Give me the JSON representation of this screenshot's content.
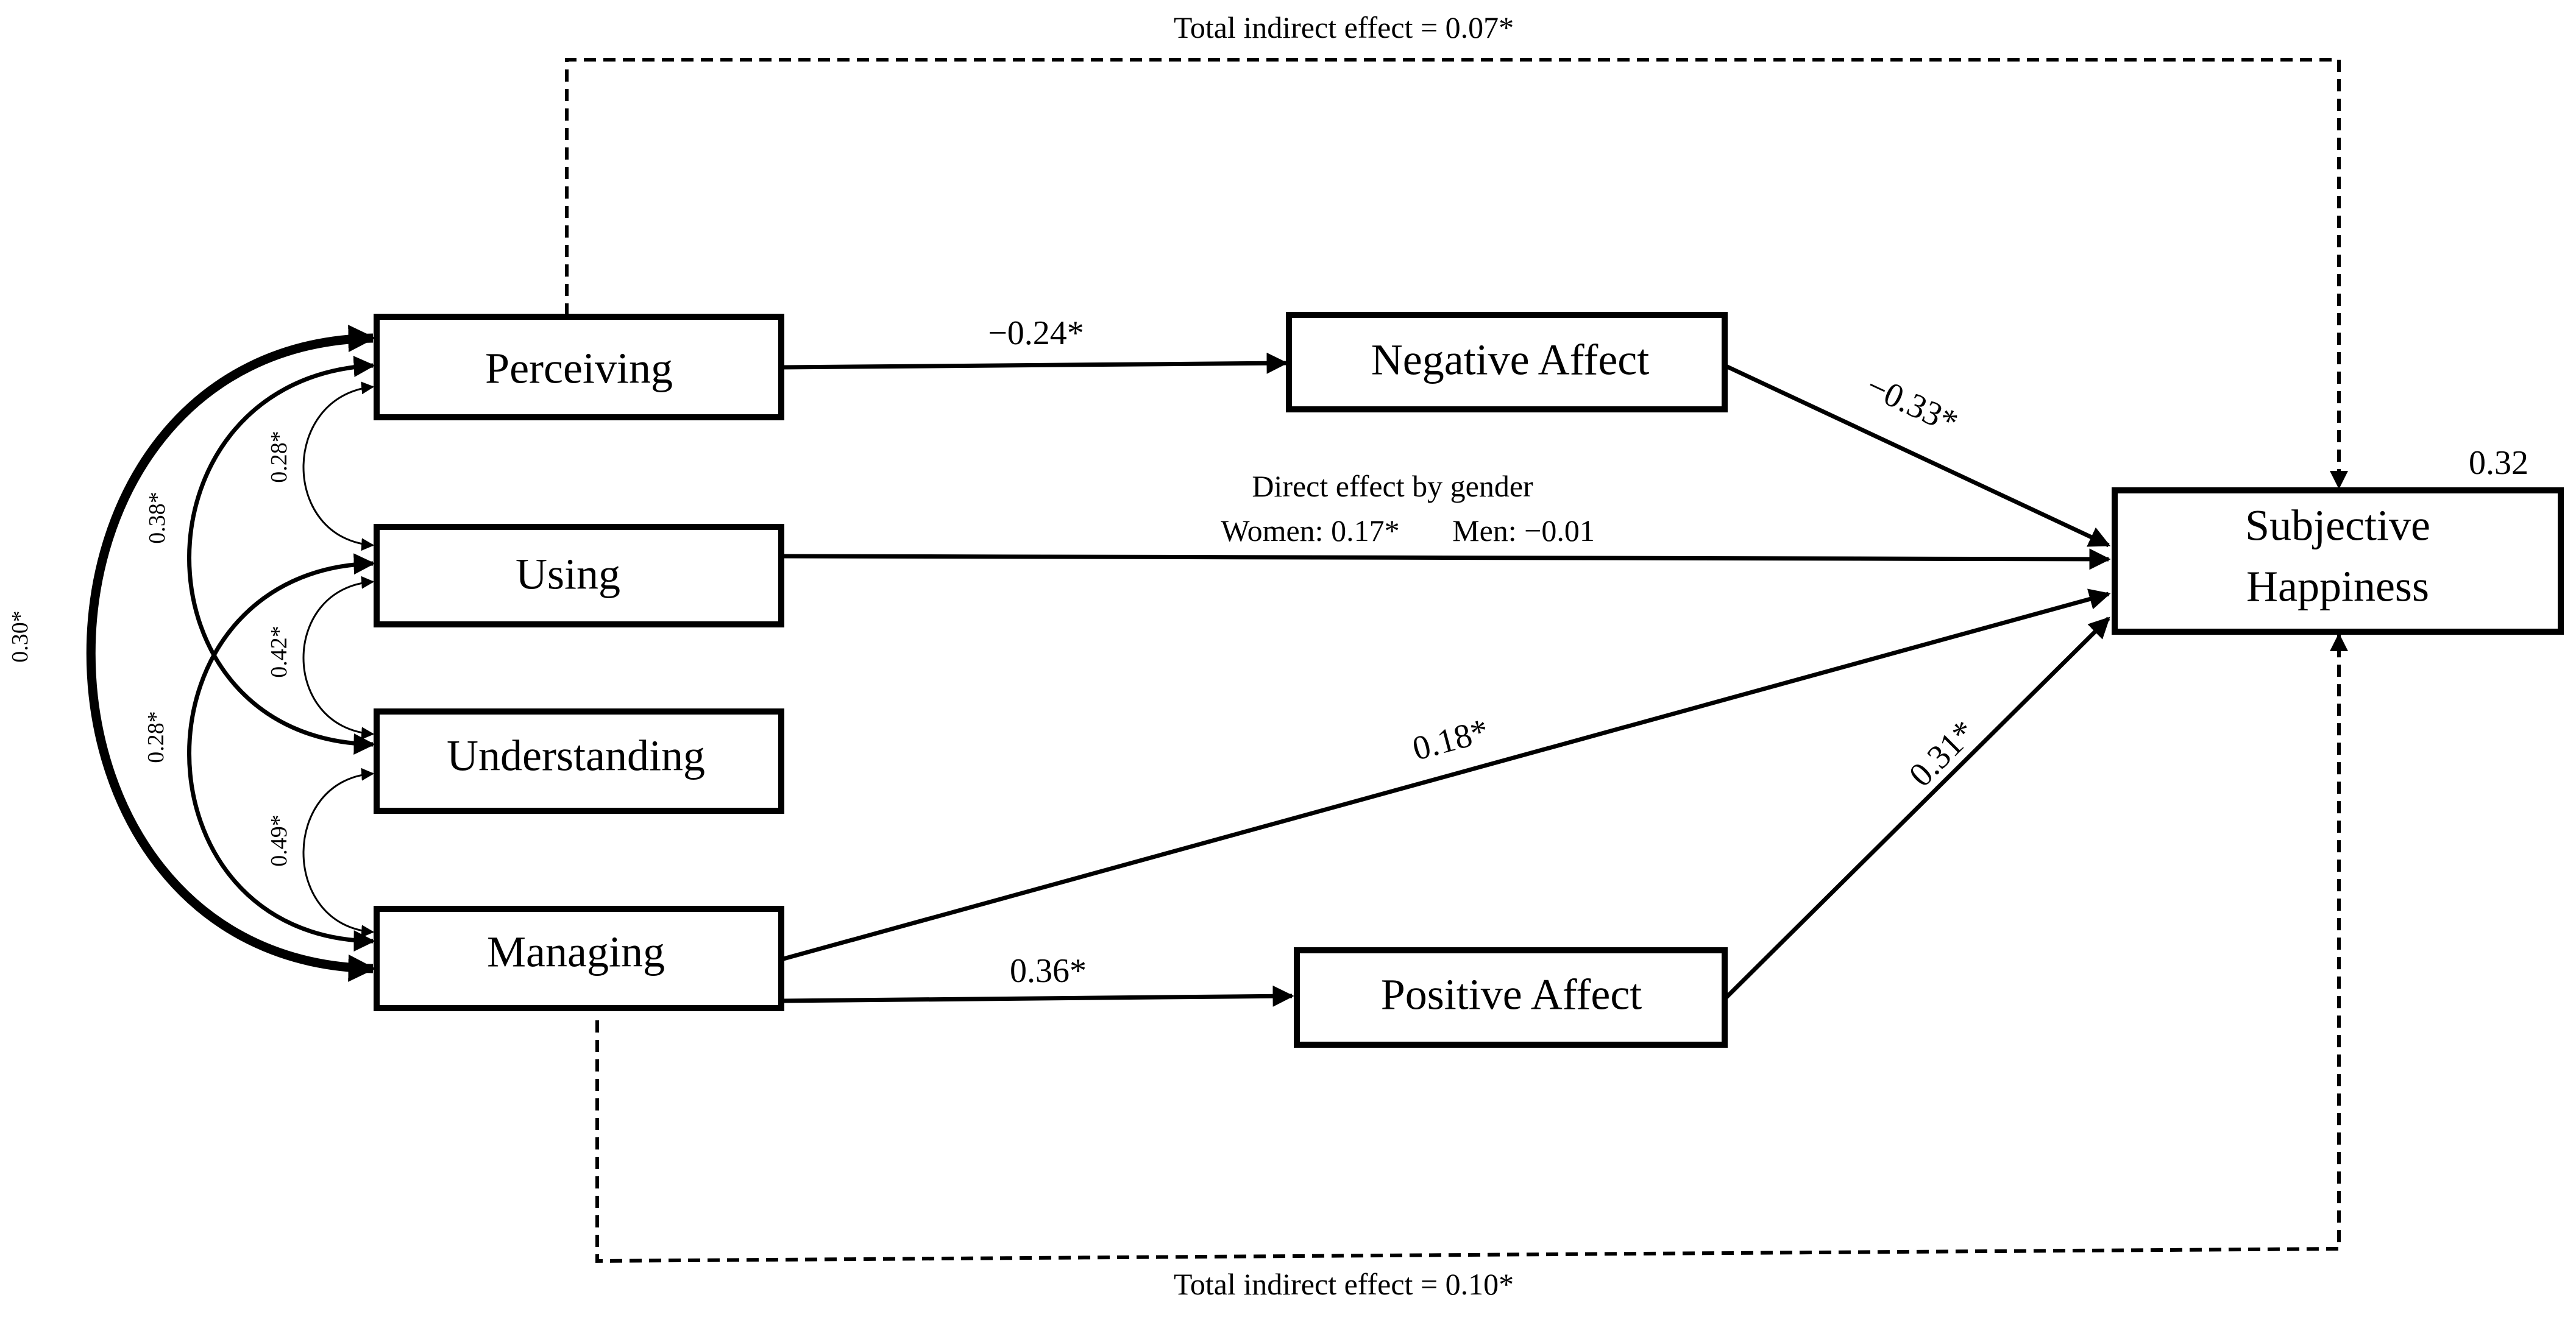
{
  "nodes": {
    "perceiving": "Perceiving",
    "using": "Using",
    "understanding": "Understanding",
    "managing": "Managing",
    "negative_affect": "Negative Affect",
    "positive_affect": "Positive Affect",
    "subjective_happiness_line1": "Subjective",
    "subjective_happiness_line2": "Happiness",
    "r_squared": "0.32"
  },
  "paths": {
    "perceiving_to_negative": "−0.24*",
    "negative_to_happiness": "−0.33*",
    "managing_to_positive": "0.36*",
    "positive_to_happiness": "0.31*",
    "managing_to_happiness": "0.18*",
    "direct_effect_title": "Direct effect by gender",
    "direct_effect_women": "Women:  0.17*",
    "direct_effect_men": "Men: −0.01"
  },
  "indirect": {
    "top": "Total indirect effect = 0.07*",
    "bottom": "Total indirect effect = 0.10*"
  },
  "correlations": {
    "perceiving_using": "0.28*",
    "using_understanding": "0.42*",
    "understanding_managing": "0.49*",
    "perceiving_understanding": "0.38*",
    "using_managing": "0.28*",
    "perceiving_managing": "0.30*"
  }
}
